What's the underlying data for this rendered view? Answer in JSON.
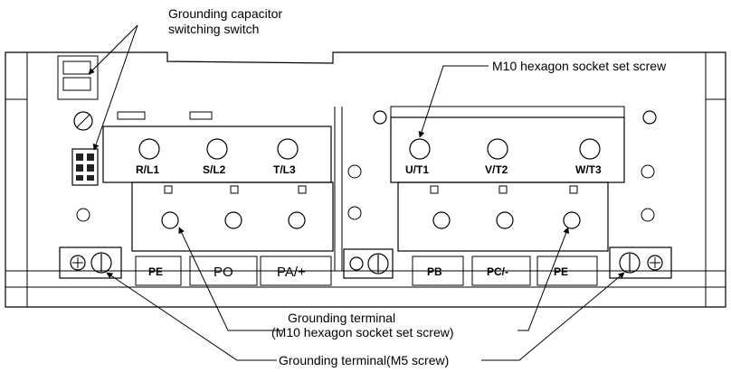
{
  "callouts": {
    "switch_line1": "Grounding capacitor",
    "switch_line2": "switching switch",
    "m10_screw": "M10 hexagon socket set screw",
    "gnd_terminal_line1": "Grounding terminal",
    "gnd_terminal_line2": "(M10 hexagon socket set screw)",
    "gnd_m5": "Grounding terminal(M5 screw)"
  },
  "terminals": {
    "input": [
      "R/L1",
      "S/L2",
      "T/L3"
    ],
    "output": [
      "U/T1",
      "V/T2",
      "W/T3"
    ],
    "bottom_left": [
      "PE",
      "PO",
      "PA/+"
    ],
    "bottom_right": [
      "PB",
      "PC/-",
      "PE"
    ]
  }
}
